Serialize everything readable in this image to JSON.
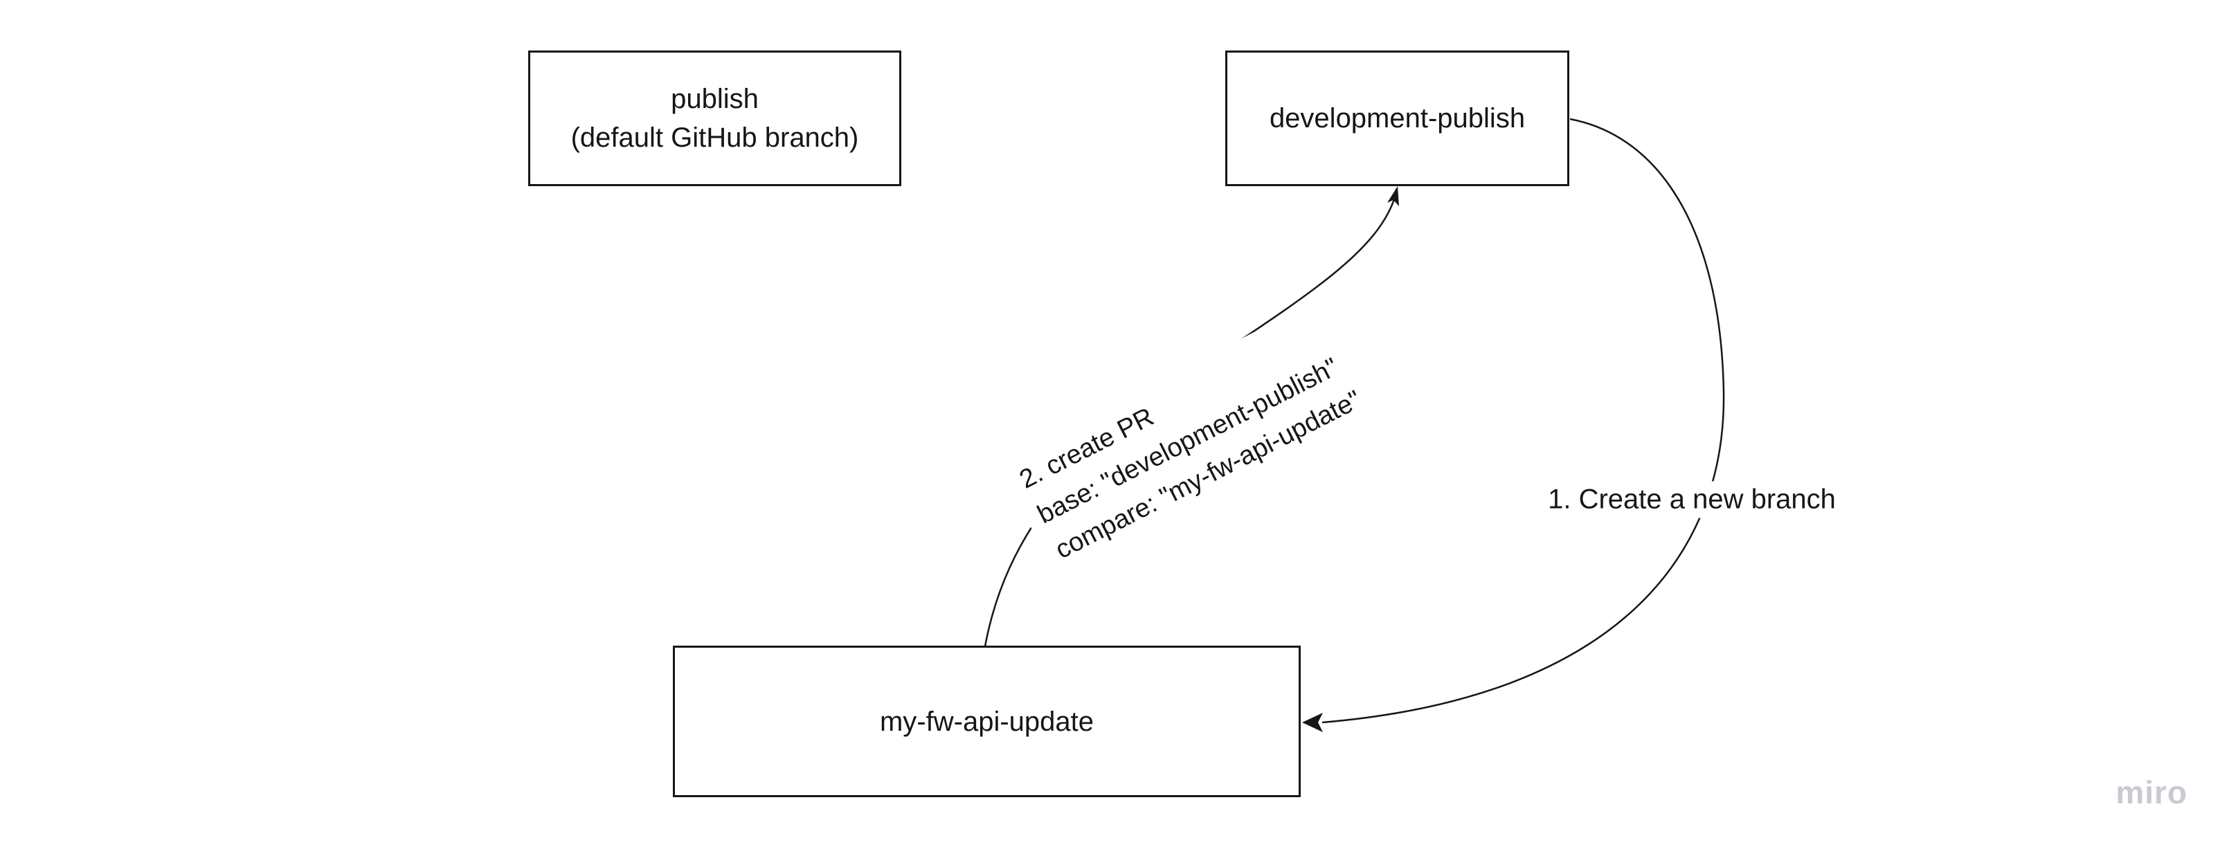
{
  "board": {
    "background_color": "#ffffff",
    "ink_color": "#161616",
    "watermark_color": "#c9c9d4"
  },
  "boxes": {
    "publish": {
      "line1": "publish",
      "line2": "(default GitHub branch)"
    },
    "development_publish": {
      "label": "development-publish"
    },
    "my_fw_api_update": {
      "label": "my-fw-api-update"
    }
  },
  "connectors": {
    "create_branch": {
      "label": "1. Create a new branch"
    },
    "create_pr": {
      "line1": "2. create PR",
      "line2": "base: \"development-publish\"",
      "line3": "compare: \"my-fw-api-update\""
    }
  },
  "watermark": {
    "label": "miro"
  }
}
